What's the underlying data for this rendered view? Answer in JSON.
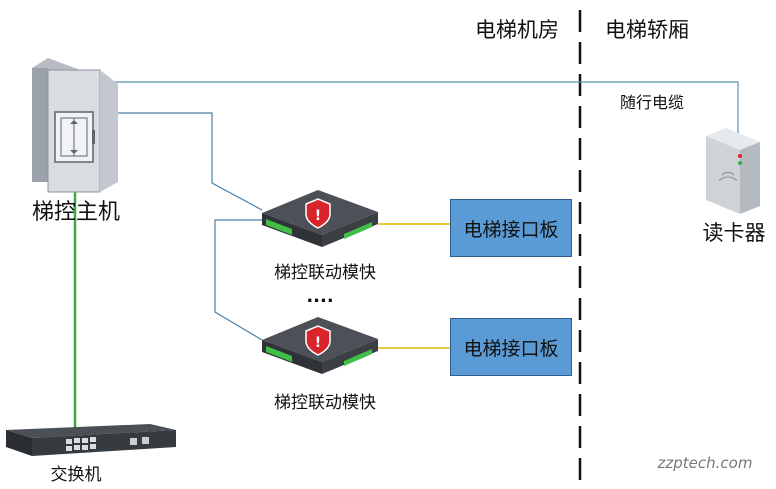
{
  "zones": {
    "machine_room": "电梯机房",
    "car": "电梯轿厢"
  },
  "nodes": {
    "controller": "梯控主机",
    "module_1": "梯控联动模快",
    "module_2": "梯控联动模快",
    "ellipsis": "....",
    "interface_1": "电梯接口板",
    "interface_2": "电梯接口板",
    "switch": "交换机",
    "card_reader": "读卡器"
  },
  "edges": {
    "trailing_cable": "随行电缆"
  },
  "watermark": "zzptech.com",
  "colors": {
    "interface_fill": "#5b9bd5",
    "network_line": "#3aa845",
    "signal_line": "#e3b800",
    "control_line": "#4a7fa8",
    "warning": "#d9242b"
  }
}
